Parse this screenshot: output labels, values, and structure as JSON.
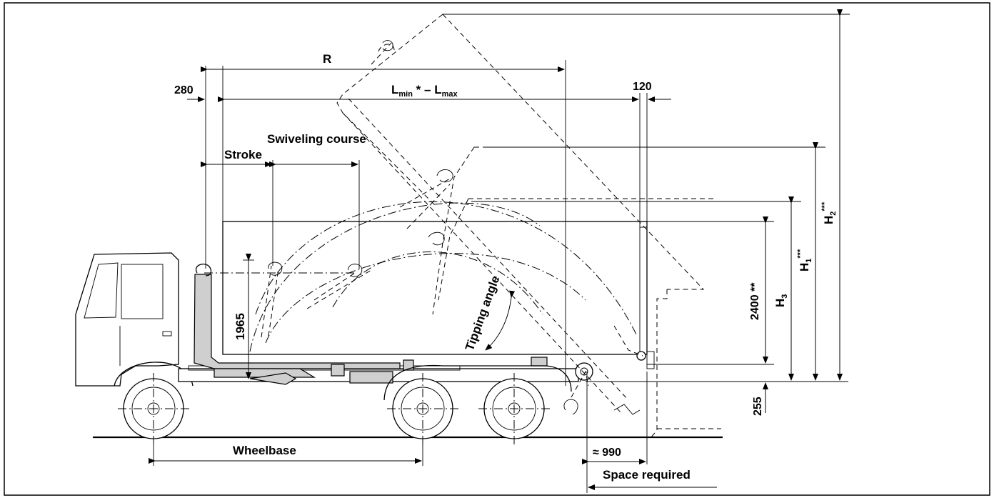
{
  "labels": {
    "R": "R",
    "dim_280": "280",
    "dim_120": "120",
    "L": "L",
    "L_min_sub": "min",
    "L_mid": " * – L",
    "L_max_sub": "max",
    "swiveling_course": "Swiveling course",
    "stroke": "Stroke",
    "dim_1965": "1965",
    "tipping_angle": "Tipping angle",
    "dim_2400": "2400 **",
    "H3": "H",
    "H3_sub": "3",
    "H1": "H",
    "H1_sub": "1",
    "H1_sup": "***",
    "H2": "H",
    "H2_sub": "2",
    "H2_sup": "***",
    "dim_255": "255",
    "wheelbase": "Wheelbase",
    "dim_990": "≈ 990",
    "space_required": "Space required"
  }
}
